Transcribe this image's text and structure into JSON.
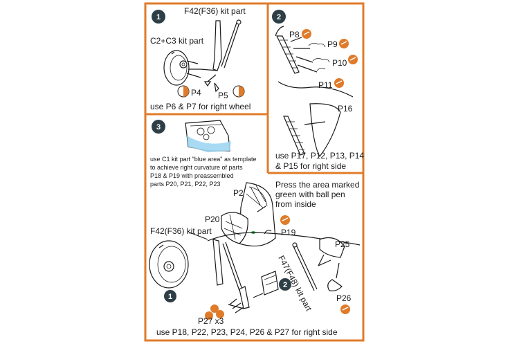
{
  "panels": {
    "step1": {
      "number": "1",
      "part_strut": "F42(F36) kit part",
      "part_wheel": "C2+C3 kit part",
      "label_p4": "P4",
      "label_p5": "P5",
      "note": "use P6 & P7 for right wheel"
    },
    "step2": {
      "number": "2",
      "label_p8": "P8",
      "label_p9": "P9",
      "label_p10": "P10",
      "label_p11": "P11",
      "label_p16": "P16",
      "note_line1": "use P17, P12, P13, P14",
      "note_line2": "& P15 for right side"
    },
    "step3": {
      "number": "3",
      "template_note": [
        "use C1 kit part \"blue area\" as template",
        "to achieve right curvature of parts",
        "P18 & P19 with preassembled",
        "parts P20, P21, P22, P23"
      ],
      "press_note": [
        "Press the area marked",
        "green with ball pen",
        "from inside"
      ],
      "label_p21": "P21",
      "label_p20": "P20",
      "label_p19": "P19",
      "label_p25": "P25",
      "label_p26": "P26",
      "label_p27": "P27 x3",
      "part_strut": "F42(F36) kit part",
      "part_rod": "F47(F48) kit part",
      "substep_1": "1",
      "substep_2": "2",
      "note": "use P18, P22, P23, P24, P26 & P27 for right side"
    }
  },
  "colors": {
    "border": "#e07b2a",
    "step_badge": "#2d3e46",
    "blue_area": "#9fd6f2",
    "press_mark": "#2ea84a"
  }
}
